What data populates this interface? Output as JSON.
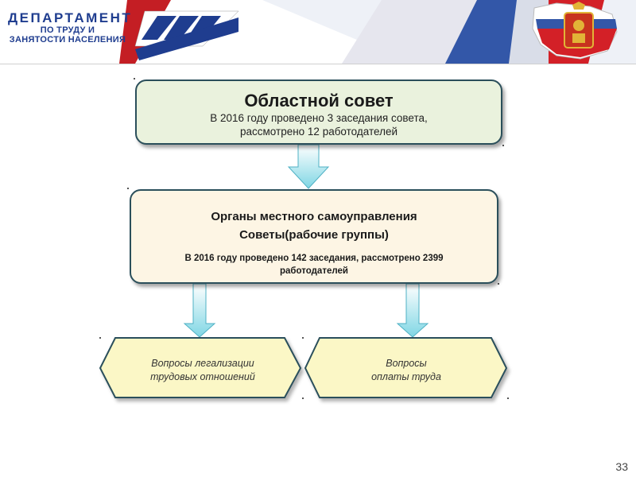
{
  "header": {
    "dept_line1": "ДЕПАРТАМЕНТ",
    "dept_line2": "ПО ТРУДУ И",
    "dept_line3": "ЗАНЯТОСТИ НАСЕЛЕНИЯ",
    "colors": {
      "blue": "#1f3d8f",
      "red": "#d32027",
      "white": "#ffffff"
    }
  },
  "diagram": {
    "top_box": {
      "title": "Областной совет",
      "line1": "В 2016 году проведено 3 заседания совета,",
      "line2": "рассмотрено 12 работодателей"
    },
    "middle_box": {
      "title_line1": "Органы местного самоуправления",
      "title_line2": "Советы(рабочие группы)",
      "line1": "В 2016 году  проведено 142 заседания, рассмотрено  2399",
      "line2": "работодателей"
    },
    "left_hex": {
      "line1": "Вопросы легализации",
      "line2": "трудовых отношений"
    },
    "right_hex": {
      "line1": "Вопросы",
      "line2": "оплаты труда"
    }
  },
  "page_number": "33"
}
